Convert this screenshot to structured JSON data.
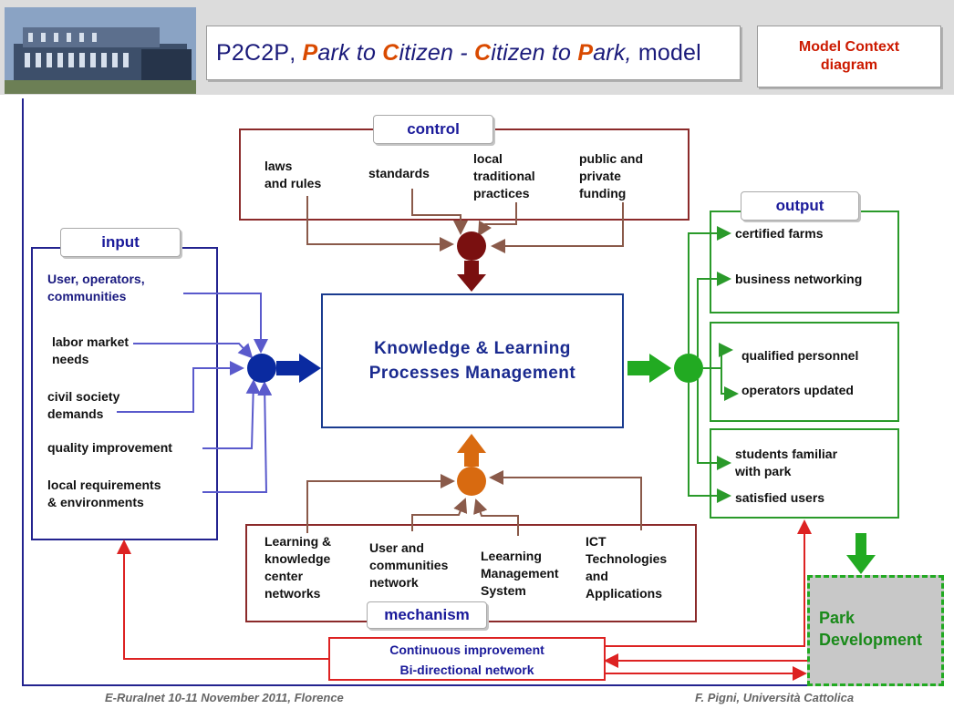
{
  "header": {
    "title_parts": {
      "org": "P2C2P",
      "sep": ",",
      "park1_initial": "P",
      "park1_rest": "ark to ",
      "citizen1_initial": "C",
      "citizen1_rest": "itizen - ",
      "citizen2_initial": "C",
      "citizen2_rest": "itizen to ",
      "park2_initial": "P",
      "park2_rest": "ark,",
      "model": "model"
    },
    "context_label": "Model Context\ndiagram"
  },
  "control": {
    "tab": "control",
    "items": [
      "laws\nand rules",
      "standards",
      "local\ntraditional\npractices",
      "public  and\nprivate\nfunding"
    ]
  },
  "input": {
    "tab": "input",
    "items": [
      "User, operators,\ncommunities",
      "labor market\nneeds",
      "civil society\ndemands",
      "quality improvement",
      "local requirements\n& environments"
    ]
  },
  "core": {
    "label": "Knowledge & Learning\nProcesses Management"
  },
  "output": {
    "tab": "output",
    "groups": [
      [
        "certified  farms",
        "business networking"
      ],
      [
        "qualified personnel",
        "operators updated"
      ],
      [
        "students familiar\nwith park",
        "satisfied users"
      ]
    ]
  },
  "mechanism": {
    "tab": "mechanism",
    "items": [
      "Learning &\nknowledge\ncenter\nnetworks",
      "User and\ncommunities\nnetwork",
      "Leearning\nManagement\nSystem",
      "ICT\nTechnologies\nand\nApplications"
    ]
  },
  "feedback": {
    "label": "Continuous improvement\nBi-directional network"
  },
  "park_development": {
    "label": "Park\nDevelopment"
  },
  "footer": {
    "left": "E-Ruralnet 10-11 November 2011, Florence",
    "right": "F. Pigni, Università Cattolica"
  },
  "colors": {
    "control": "#8b2a2a",
    "mechanism": "#8a5a4a",
    "input": "#5a5acc",
    "output": "#2a9a2a",
    "feedback": "#dd2222",
    "core_border": "#1a3b8f"
  }
}
